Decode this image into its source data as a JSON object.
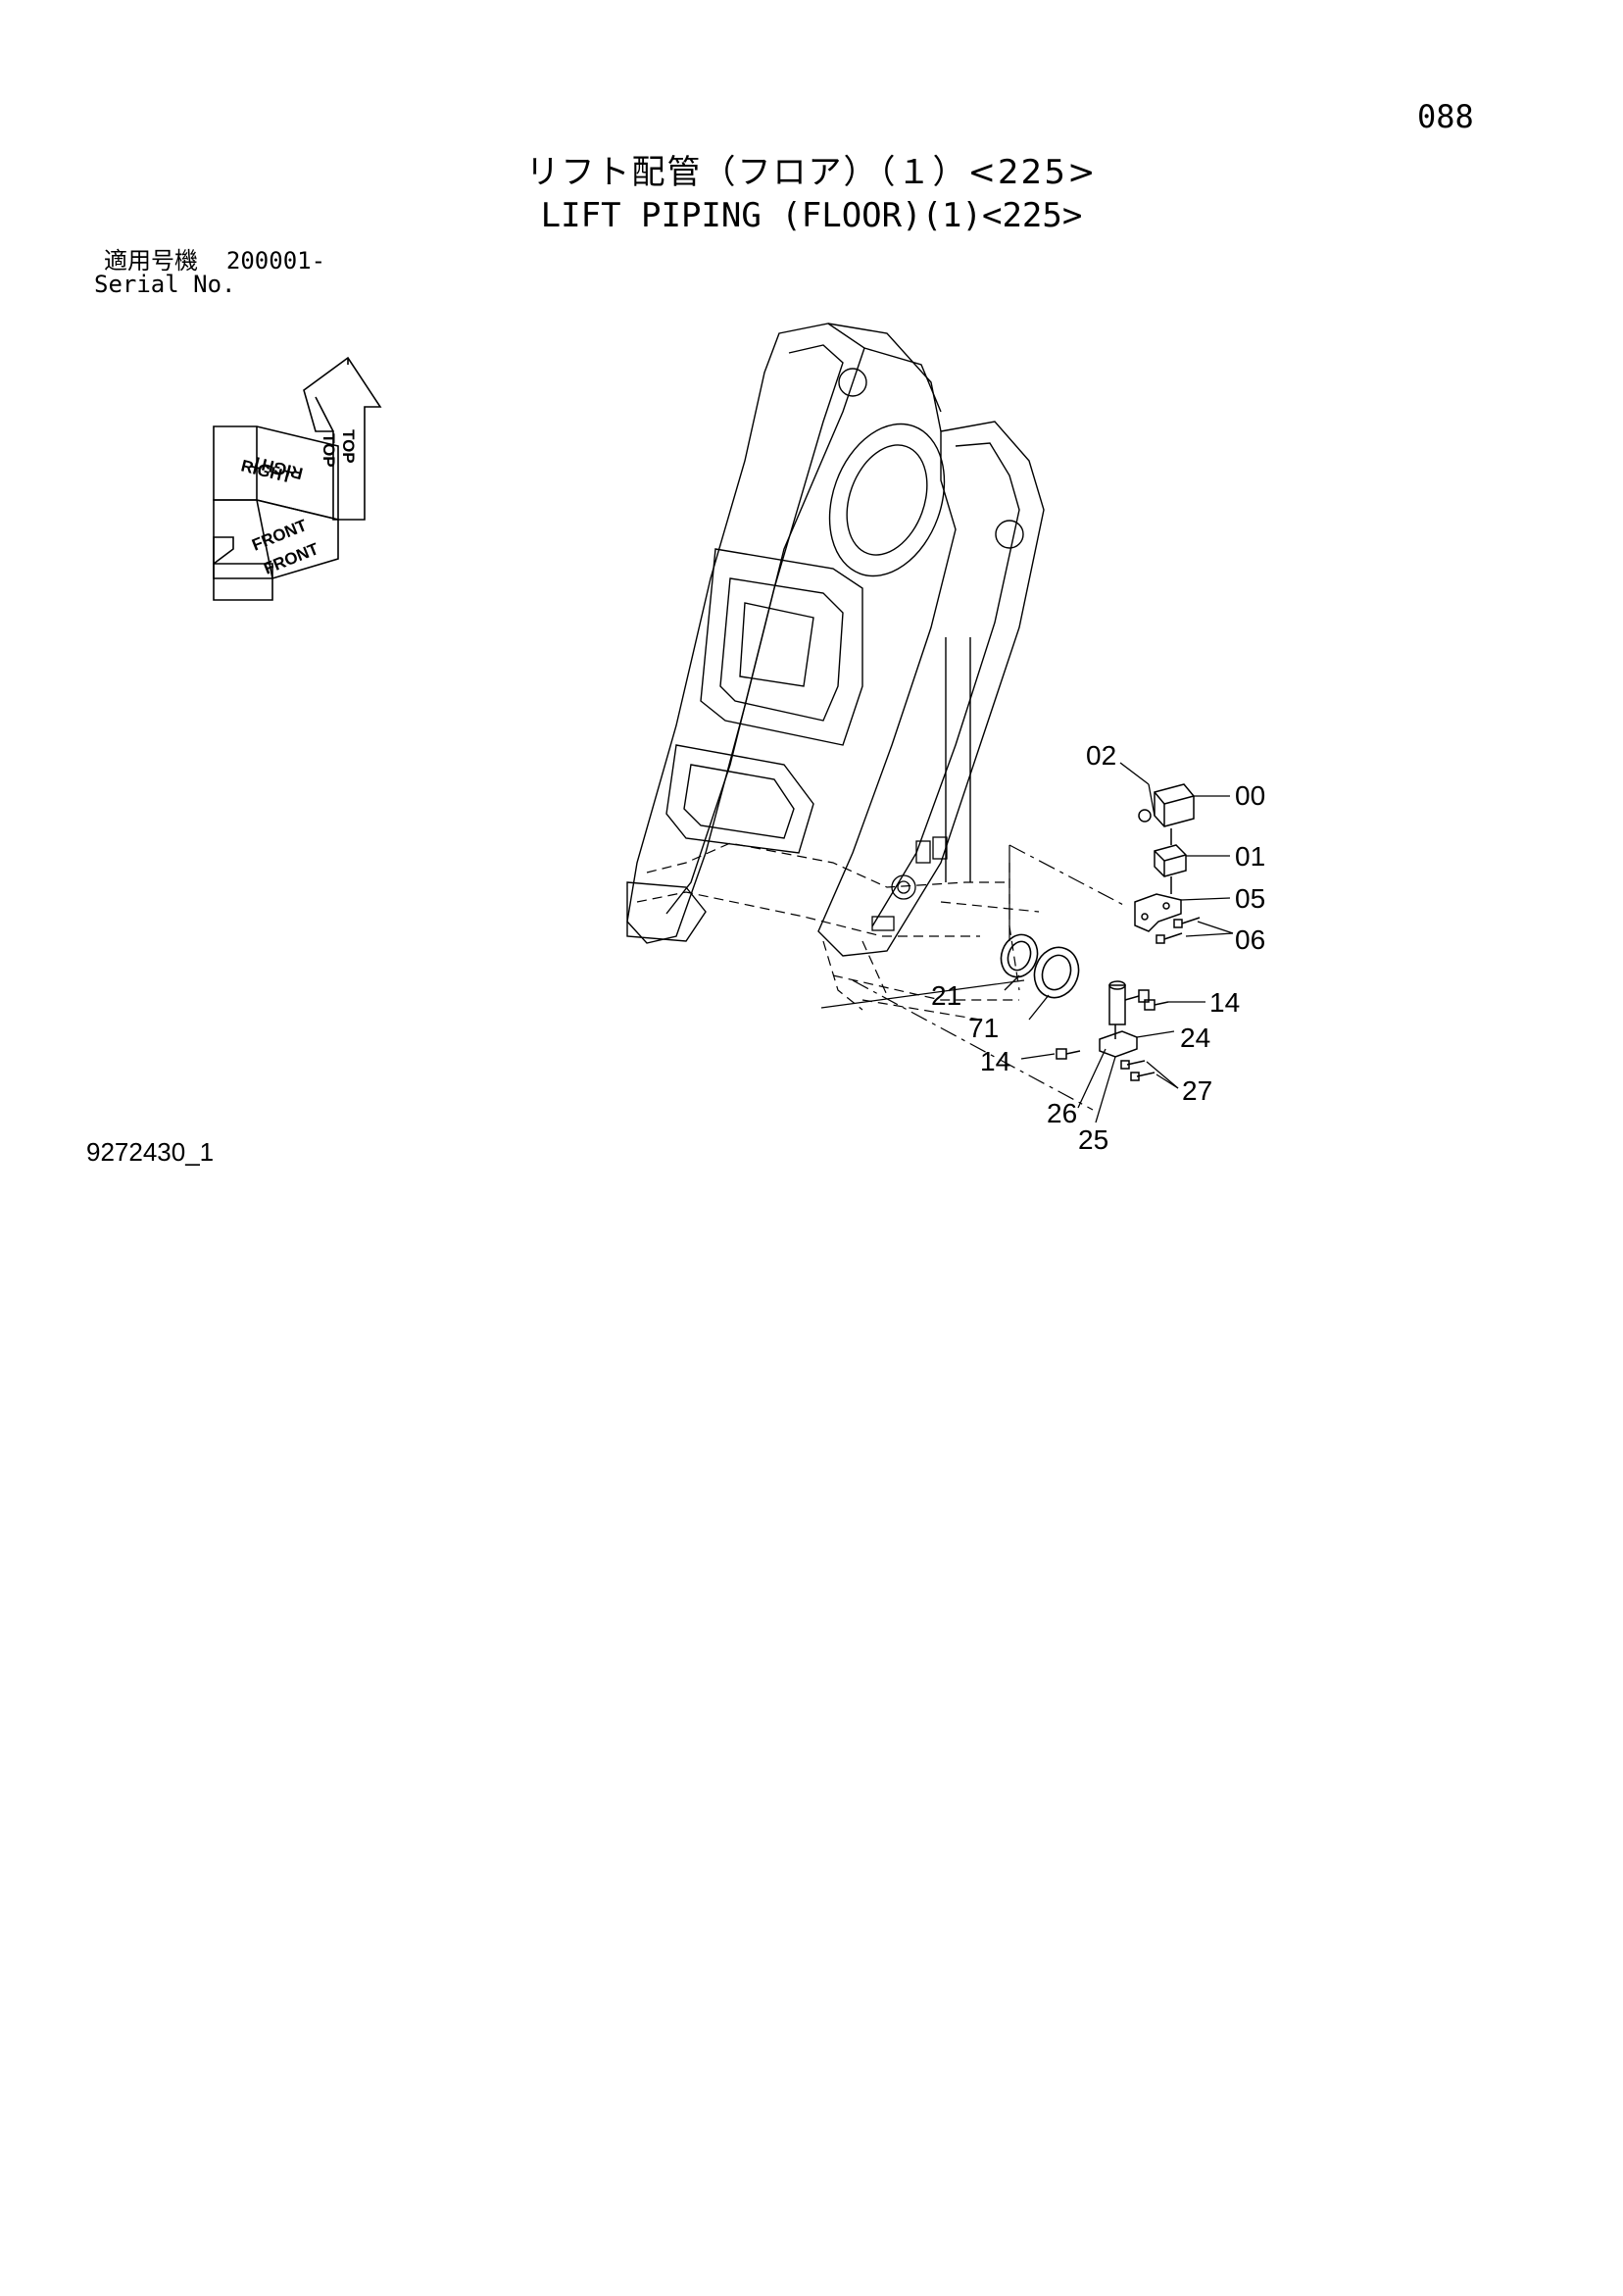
{
  "header": {
    "page_number": "088",
    "title_jp": "リフト配管（フロア）（１）<225>",
    "title_en": "LIFT PIPING (FLOOR)(1)<225>"
  },
  "serial": {
    "label_jp": "適用号機",
    "range": "200001-",
    "label_en": "Serial No."
  },
  "orientation": {
    "top_label": "TOP",
    "right_label": "RIGHT",
    "front_label": "FRONT"
  },
  "callouts": {
    "c00": "00",
    "c01": "01",
    "c02": "02",
    "c05": "05",
    "c06": "06",
    "c14a": "14",
    "c14b": "14",
    "c21": "21",
    "c24": "24",
    "c25": "25",
    "c26": "26",
    "c27": "27",
    "c71": "71"
  },
  "footer": {
    "drawing_number": "9272430_1"
  }
}
